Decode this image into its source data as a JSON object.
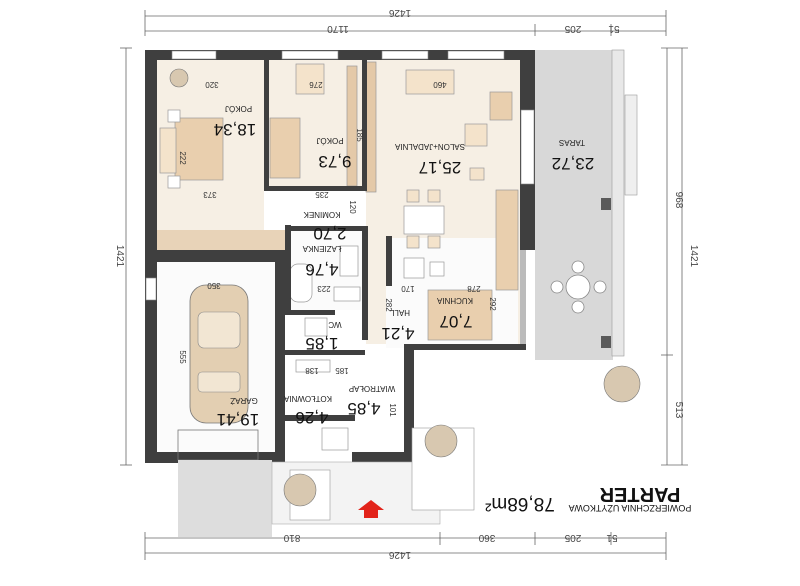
{
  "title": {
    "main": "PARTER",
    "sub": "POWIERZCHNIA UŻYTKOWA",
    "area": "78,68m²"
  },
  "dims": {
    "top_total": "1426",
    "top_a": "1170",
    "top_b": "205",
    "top_c": "51",
    "bottom_total": "1426",
    "bottom_a": "810",
    "bottom_b": "360",
    "bottom_c": "205",
    "bottom_d": "51",
    "left_total": "1421",
    "right_total": "1421",
    "right_a": "968",
    "right_b": "513"
  },
  "rooms": {
    "pokoj1": {
      "name": "POKÓJ",
      "area": "18,34"
    },
    "pokoj2": {
      "name": "POKÓJ",
      "area": "9,73"
    },
    "salon": {
      "name": "SALON+JADALNIA",
      "area": "25,17"
    },
    "taras": {
      "name": "TARAS",
      "area": "23,72"
    },
    "kominek": {
      "name": "KOMINEK",
      "area": "2,70"
    },
    "lazienka": {
      "name": "ŁAZIENKA",
      "area": "4,76"
    },
    "kuchnia": {
      "name": "KUCHNIA",
      "area": "7,07"
    },
    "hall": {
      "name": "HALL",
      "area": "4,21"
    },
    "wc": {
      "name": "WC",
      "area": "1,85"
    },
    "wiatrolap": {
      "name": "WIATROŁAP",
      "area": "4,85"
    },
    "kotlownia": {
      "name": "KOTŁOWNIA",
      "area": "4,26"
    },
    "garaz": {
      "name": "GARAŻ",
      "area": "19,41"
    }
  },
  "inner_dims": {
    "d320": "320",
    "d276": "276",
    "d460": "460",
    "d373": "373",
    "d235": "235",
    "d350": "350",
    "d278": "278",
    "d223": "223",
    "d170": "170",
    "d185": "185",
    "d138": "138",
    "d222": "222",
    "d555": "555",
    "d282": "282",
    "d292": "292",
    "d101": "101",
    "d120": "120",
    "d185b": "185"
  }
}
